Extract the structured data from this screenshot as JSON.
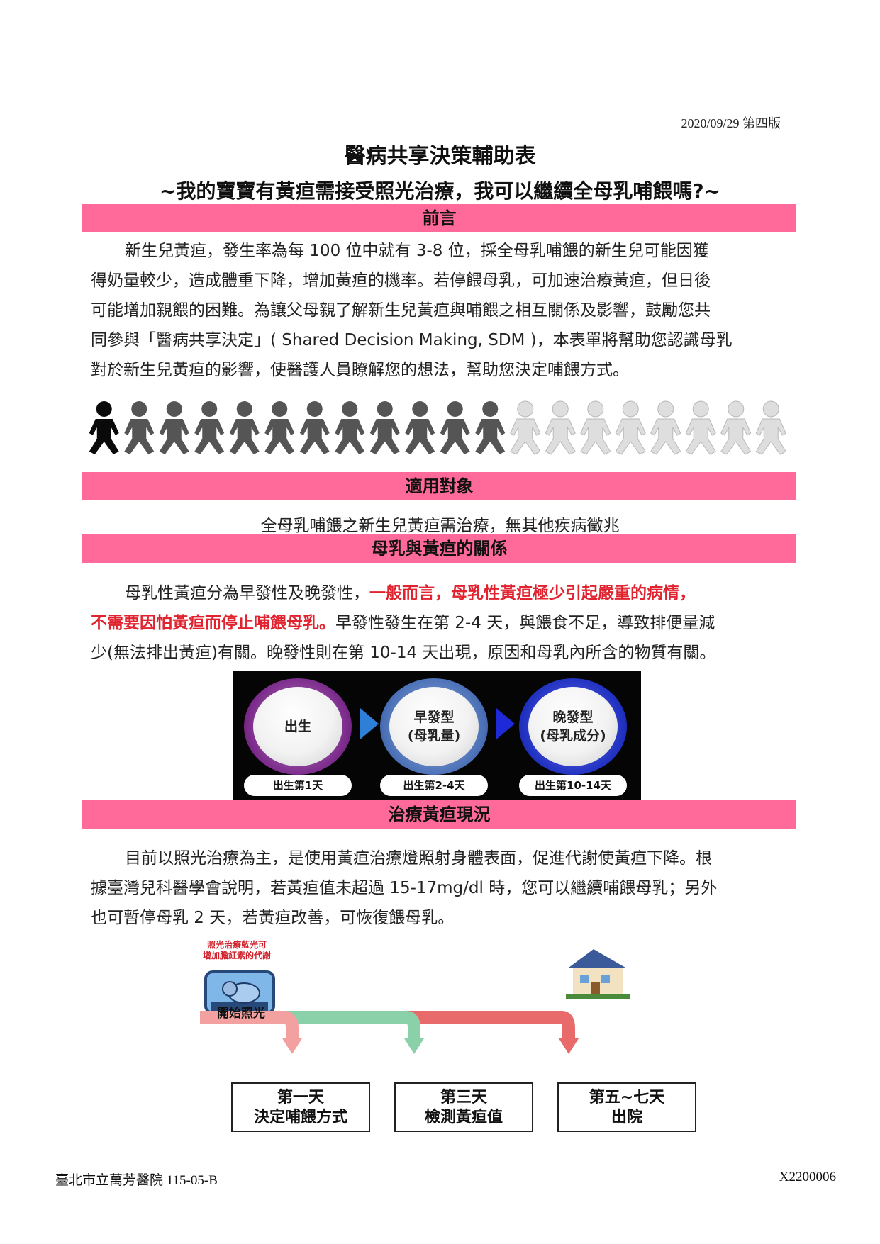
{
  "header": {
    "version": "2020/09/29 第四版",
    "title": "醫病共享決策輔助表",
    "subtitle": "~我的寶寶有黃疸需接受照光治療，我可以繼續全母乳哺餵嗎?~"
  },
  "intro": {
    "heading": "前言",
    "p1": "新生兒黃疸，發生率為每 100 位中就有 3-8 位，採全母乳哺餵的新生兒可能因獲",
    "p2": "得奶量較少，造成體重下降，增加黃疸的機率。若停餵母乳，可加速治療黃疸，但日後",
    "p3": "可能增加親餵的困難。為讓父母親了解新生兒黃疸與哺餵之相互關係及影響，鼓勵您共",
    "p4": "同參與「醫病共享決定」( Shared Decision Making, SDM )，本表單將幫助您認識母乳",
    "p5": "對於新生兒黃疸的影響，使醫護人員瞭解您的想法，幫助您決定哺餵方式。"
  },
  "pictogram": {
    "total": 20,
    "black": 1,
    "dark": 11,
    "light": 8,
    "colors": {
      "black": "#0a0a0a",
      "dark": "#555555",
      "light": "#dedede"
    }
  },
  "target": {
    "heading": "適用對象",
    "text": "全母乳哺餵之新生兒黃疸需治療，無其他疾病徵兆"
  },
  "relation": {
    "heading": "母乳與黃疸的關係",
    "l1_a": "母乳性黃疸分為早發性及晚發性，",
    "l1_red": "一般而言，母乳性黃疸極少引起嚴重的病情，",
    "l2_red": "不需要因怕黃疸而停止哺餵母乳。",
    "l2_b": "早發性發生在第 2-4 天，與餵食不足，導致排便量減",
    "l3": "少(無法排出黃疸)有關。晚發性則在第 10-14 天出現，原因和母乳內所含的物質有關。"
  },
  "stages": [
    {
      "line1": "出生",
      "line2": "",
      "pill": "出生第1天",
      "ring": "#8a3a9a"
    },
    {
      "line1": "早發型",
      "line2": "(母乳量)",
      "pill": "出生第2-4天",
      "ring": "#4a6fb5"
    },
    {
      "line1": "晚發型",
      "line2": "(母乳成分)",
      "pill": "出生第10-14天",
      "ring": "#2030c0"
    }
  ],
  "treatment": {
    "heading": "治療黃疸現況",
    "l1": "目前以照光治療為主，是使用黃疸治療燈照射身體表面，促進代謝使黃疸下降。根",
    "l2": "據臺灣兒科醫學會說明，若黃疸值未超過 15-17mg/dl 時，您可以繼續哺餵母乳；另外",
    "l3": "也可暫停母乳 2 天，若黃疸改善，可恢復餵母乳。"
  },
  "timeline": {
    "caption1": "照光治療藍光可",
    "caption2": "增加膽紅素的代謝",
    "start": "開始照光",
    "boxes": [
      {
        "line1": "第一天",
        "line2": "決定哺餵方式"
      },
      {
        "line1": "第三天",
        "line2": "檢測黃疸值"
      },
      {
        "line1": "第五~七天",
        "line2": "出院"
      }
    ]
  },
  "footer": {
    "left": "臺北市立萬芳醫院 115-05-B",
    "right": "X2200006"
  }
}
